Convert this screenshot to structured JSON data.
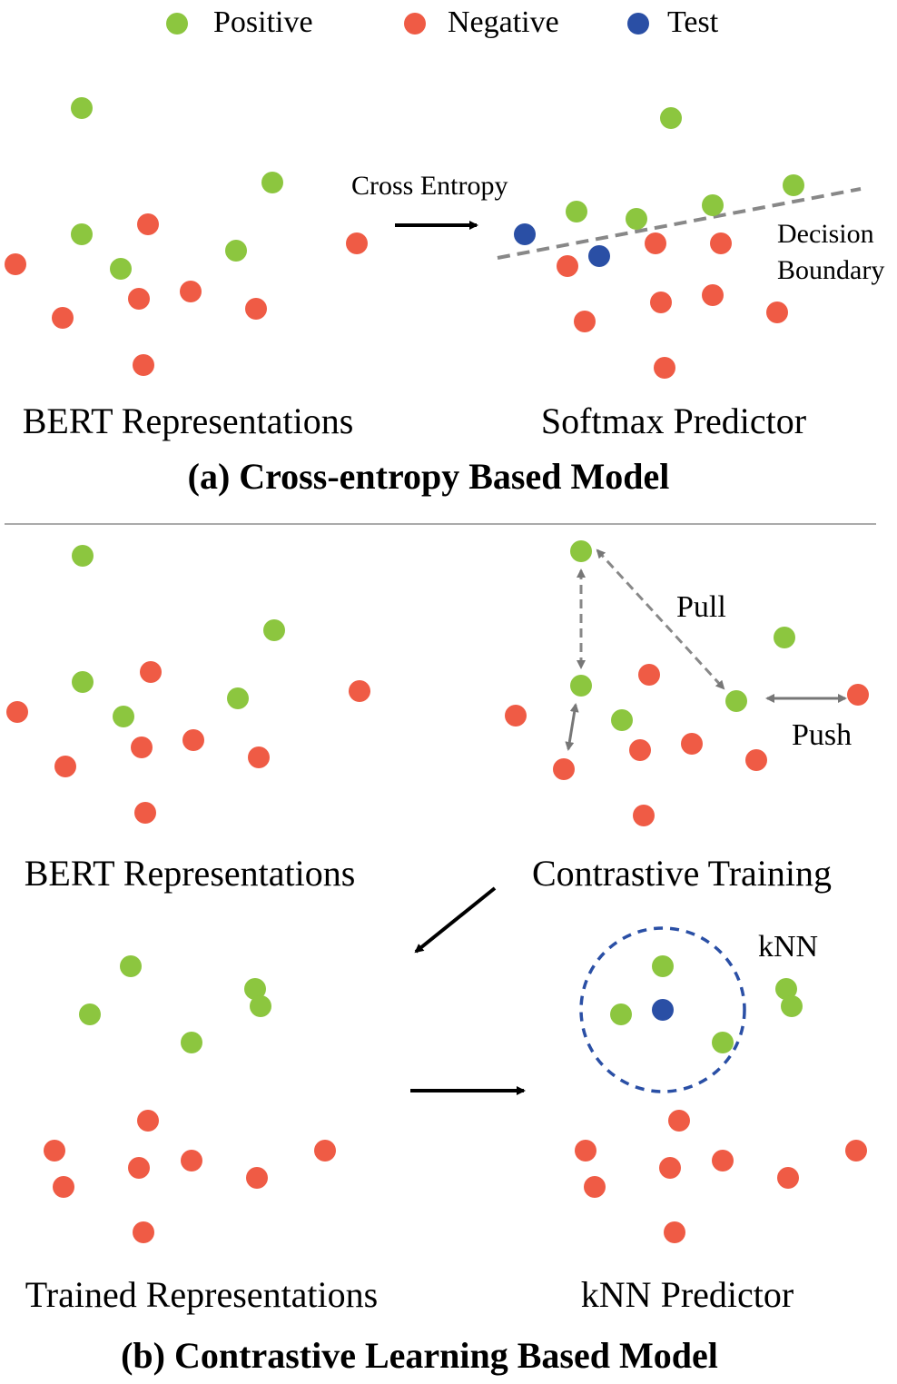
{
  "legend": {
    "positive": "Positive",
    "negative": "Negative",
    "test": "Test"
  },
  "colors": {
    "positive": "#8cc63f",
    "negative": "#ef5b45",
    "test": "#2a4fa5",
    "dashed_line": "#888888",
    "circle": "#2a4fa5"
  },
  "section_a": {
    "title": "(a) Cross-entropy Based Model",
    "left_label": "BERT Representations",
    "right_label": "Softmax Predictor",
    "arrow_label": "Cross Entropy",
    "boundary_label_line1": "Decision",
    "boundary_label_line2": "Boundary"
  },
  "section_b": {
    "title": "(b) Contrastive Learning Based Model",
    "top_left_label": "BERT Representations",
    "top_right_label": "Contrastive Training",
    "bottom_left_label": "Trained Representations",
    "bottom_right_label": "kNN Predictor",
    "pull_label": "Pull",
    "push_label": "Push",
    "knn_label": "kNN"
  }
}
